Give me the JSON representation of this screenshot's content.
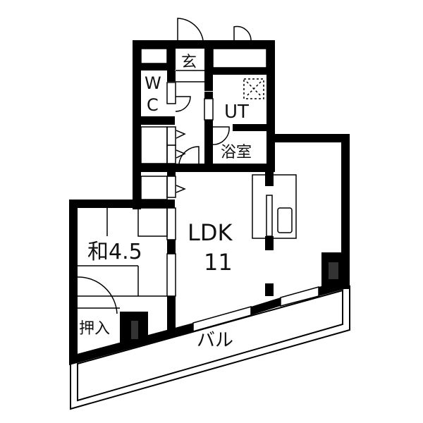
{
  "floorplan": {
    "rooms": {
      "entrance": {
        "label": "玄"
      },
      "wc": {
        "label_line1": "W",
        "label_line2": "C"
      },
      "utility": {
        "label": "UT"
      },
      "bath": {
        "label": "浴室"
      },
      "ldk": {
        "label_line1": "LDK",
        "label_line2": "11"
      },
      "japanese_room": {
        "label": "和4.5"
      },
      "closet": {
        "label": "押入"
      },
      "balcony": {
        "label": "バル"
      }
    },
    "colors": {
      "wall": "#000000",
      "background": "#ffffff",
      "column": "#222222"
    }
  }
}
